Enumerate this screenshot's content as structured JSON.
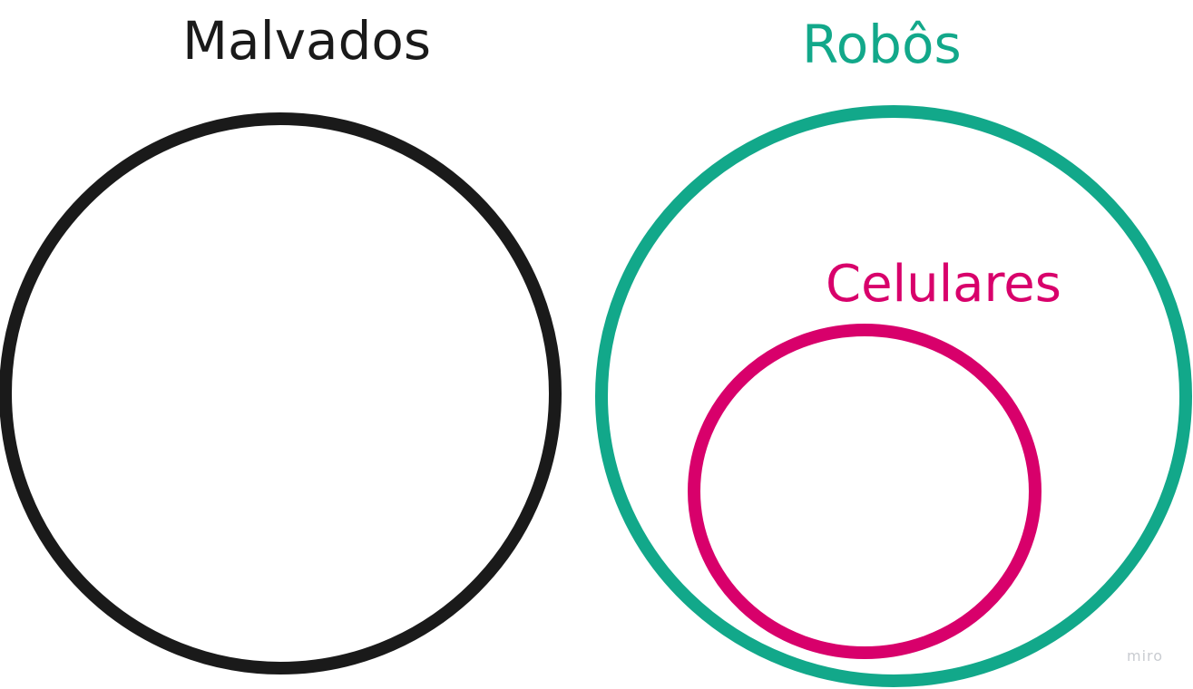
{
  "diagram": {
    "sets": [
      {
        "id": "malvados",
        "label": "Malvados",
        "color": "#1a1a1a"
      },
      {
        "id": "robos",
        "label": "Robôs",
        "color": "#12a88a"
      },
      {
        "id": "celulares",
        "label": "Celulares",
        "color": "#d8006b",
        "subset_of": "robos"
      }
    ]
  },
  "watermark": "miro"
}
